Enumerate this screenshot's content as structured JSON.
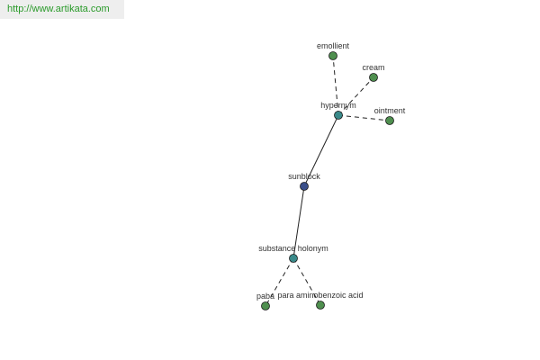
{
  "site_url": "http://www.artikata.com",
  "colors": {
    "center_node": "#3a4f8a",
    "relation_node": "#3a8a8a",
    "leaf_node": "#4f8f4f",
    "node_stroke": "#1a1a1a",
    "edge": "#222222",
    "url_text": "#2a9a2a",
    "url_bg": "#eeeeee"
  },
  "nodes": [
    {
      "id": "sunblock",
      "label": "sunblock",
      "kind": "center"
    },
    {
      "id": "hypernym",
      "label": "hypernym",
      "kind": "relation"
    },
    {
      "id": "substance_holonym",
      "label": "substance holonym",
      "kind": "relation"
    },
    {
      "id": "emollient",
      "label": "emollient",
      "kind": "leaf"
    },
    {
      "id": "cream",
      "label": "cream",
      "kind": "leaf"
    },
    {
      "id": "ointment",
      "label": "ointment",
      "kind": "leaf"
    },
    {
      "id": "paba",
      "label": "paba",
      "kind": "leaf"
    },
    {
      "id": "para_amino_benzoic_acid",
      "label": "para aminobenzoic acid",
      "kind": "leaf"
    }
  ],
  "edges": [
    {
      "from": "sunblock",
      "to": "hypernym",
      "style": "solid"
    },
    {
      "from": "sunblock",
      "to": "substance_holonym",
      "style": "solid"
    },
    {
      "from": "hypernym",
      "to": "emollient",
      "style": "dashed"
    },
    {
      "from": "hypernym",
      "to": "cream",
      "style": "dashed"
    },
    {
      "from": "hypernym",
      "to": "ointment",
      "style": "dashed"
    },
    {
      "from": "substance_holonym",
      "to": "paba",
      "style": "dashed"
    },
    {
      "from": "substance_holonym",
      "to": "para_amino_benzoic_acid",
      "style": "dashed"
    }
  ]
}
